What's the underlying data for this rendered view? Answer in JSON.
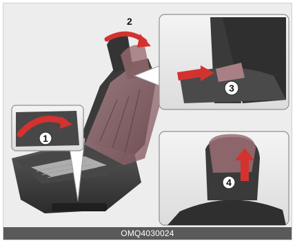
{
  "figure": {
    "code": "OMQ4030024",
    "steps": [
      "1",
      "2",
      "3",
      "4"
    ],
    "colors": {
      "frame_bg": "#ededed",
      "seat_dark": "#2e2e2e",
      "seat_mid": "#585858",
      "seat_light": "#a7a7a7",
      "ghost_seat": "#9b6f74",
      "arrow_red": "#d3322f",
      "caption_bar": "#5a5a5a"
    }
  }
}
